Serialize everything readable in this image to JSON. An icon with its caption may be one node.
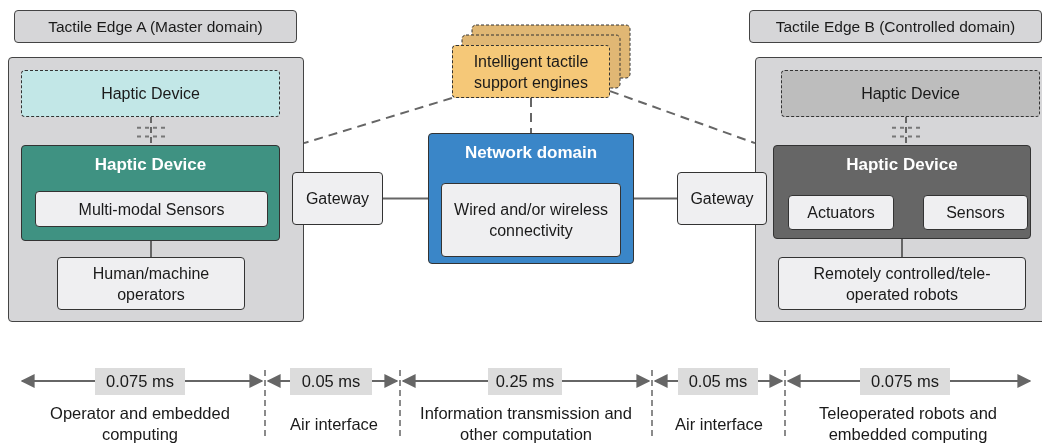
{
  "diagram": {
    "nodes": [
      {
        "text": [
          "Tactile Edge A (Master domain)"
        ]
      },
      {
        "text": [
          "Haptic Device"
        ],
        "in": 0
      },
      {
        "text": [
          "Haptic Device"
        ],
        "in": 0
      },
      {
        "text": [
          "Multi-modal Sensors"
        ],
        "in": 2
      },
      {
        "text": [
          "Human/machine operators"
        ],
        "in": 0
      },
      {
        "text": [
          "Gateway"
        ]
      },
      {
        "text": [
          "Intelligent tactile support engines"
        ]
      },
      {
        "text": [
          "Network domain"
        ]
      },
      {
        "text": [
          "Wired and/or wireless connectivity"
        ],
        "in": 7
      },
      {
        "text": [
          "Gateway"
        ]
      },
      {
        "text": [
          "Tactile Edge B (Controlled domain)"
        ]
      },
      {
        "text": [
          "Haptic Device"
        ],
        "in": 10
      },
      {
        "text": [
          "Haptic Device"
        ],
        "in": 10
      },
      {
        "text": [
          "Actuators"
        ],
        "in": 12
      },
      {
        "text": [
          "Sensors"
        ],
        "in": 12
      },
      {
        "text": [
          "Remotely controlled/tele-operated robots"
        ],
        "in": 10
      }
    ],
    "edges": [
      {
        "from": 1,
        "to": 2,
        "arrow": "none",
        "style": "dashed"
      },
      {
        "from": 2,
        "to": 4,
        "arrow": "none"
      },
      {
        "from": 5,
        "to": 7,
        "arrow": "none"
      },
      {
        "from": 7,
        "to": 9,
        "arrow": "none"
      },
      {
        "from": 6,
        "to": 0,
        "arrow": "none",
        "style": "dashed"
      },
      {
        "from": 6,
        "to": 7,
        "arrow": "none",
        "style": "dashed"
      },
      {
        "from": 6,
        "to": 10,
        "arrow": "none",
        "style": "dashed"
      },
      {
        "from": 11,
        "to": 12,
        "arrow": "none",
        "style": "dashed"
      },
      {
        "from": 12,
        "to": 15,
        "arrow": "none"
      }
    ],
    "labels": [
      "0.075 ms",
      "0.05 ms",
      "0.25 ms",
      "0.05 ms",
      "0.075 ms",
      "Operator and embedded computing",
      "Air interface",
      "Information transmission and other computation",
      "Air interface",
      "Teleoperated robots and embedded computing"
    ]
  }
}
